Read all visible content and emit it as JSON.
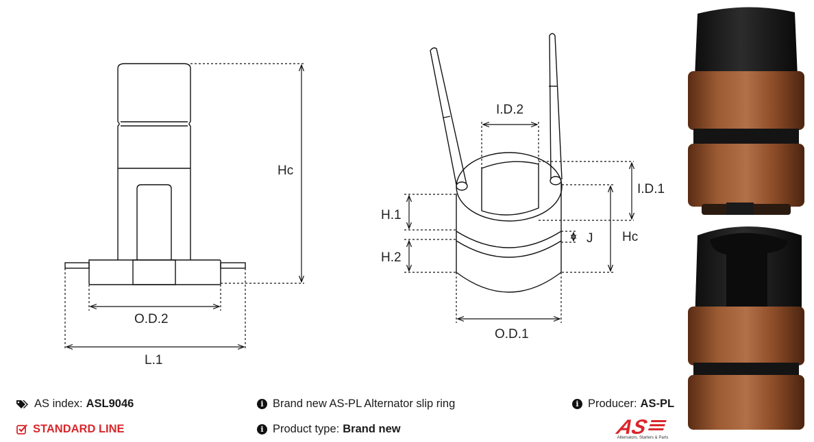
{
  "dimensions": {
    "hc_left": "Hc",
    "od2": "O.D.2",
    "l1": "L.1",
    "id2": "I.D.2",
    "id1": "I.D.1",
    "h1": "H.1",
    "h2": "H.2",
    "j": "J",
    "hc_right": "Hc",
    "od1": "O.D.1"
  },
  "info": {
    "as_index_label": "AS index:",
    "as_index_value": "ASL9046",
    "standard_line": "STANDARD LINE",
    "description": "Brand new AS-PL Alternator slip ring",
    "product_type_label": "Product type:",
    "product_type_value": "Brand new",
    "producer_label": "Producer:",
    "producer_value": "AS-PL"
  },
  "logo": {
    "text": "AS",
    "tagline": "Alternators, Starters & Parts"
  },
  "icons": {
    "tags": "tags-icon",
    "check": "check-square-icon",
    "info": "info-circle-icon"
  },
  "colors": {
    "accent": "#d9262b",
    "copper": "#8a4a26",
    "rubber": "#1c1c1c"
  }
}
